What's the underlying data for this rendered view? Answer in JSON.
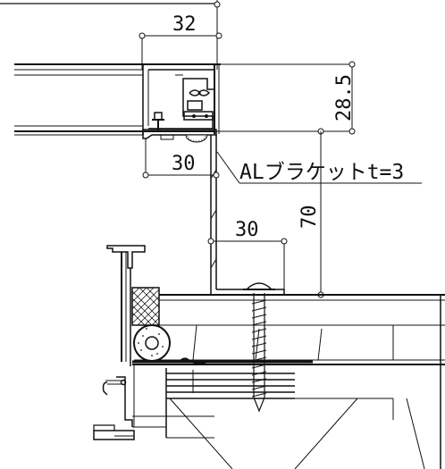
{
  "drawing": {
    "top_partial_label": "",
    "dimensions": {
      "bracket_top_width": "32",
      "frame_height": "28.5",
      "bracket_bottom_width": "30",
      "bracket_height": "70",
      "screw_offset": "30"
    },
    "callout": {
      "bracket_label": "ALブラケットt=3"
    }
  },
  "colors": {
    "line": "#111111",
    "background": "#ffffff"
  }
}
